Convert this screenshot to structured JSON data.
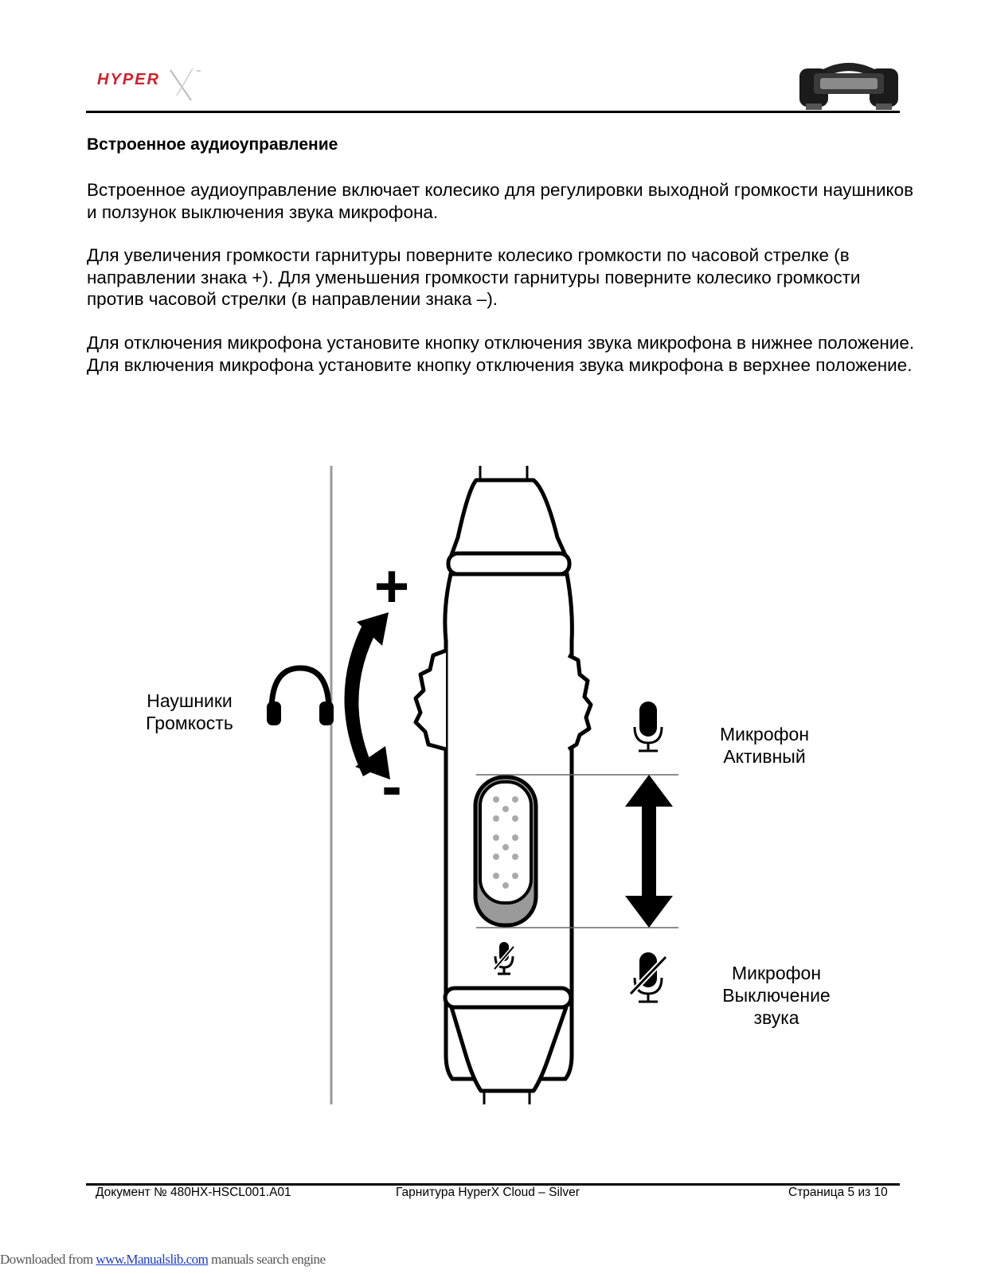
{
  "header": {
    "logo_text": "HYPERX"
  },
  "section": {
    "title": "Встроенное аудиоуправление",
    "paragraphs": [
      "Встроенное аудиоуправление включает колесико для регулировки выходной громкости наушников и ползунок выключения звука микрофона.",
      "Для увеличения громкости гарнитуры поверните колесико громкости по часовой стрелке (в направлении знака +). Для уменьшения громкости гарнитуры поверните колесико громкости против часовой стрелки (в направлении знака –).",
      "Для отключения микрофона установите кнопку отключения звука микрофона в нижнее положение. Для включения микрофона установите кнопку отключения звука микрофона в верхнее положение."
    ]
  },
  "diagram": {
    "plus_sign": "+",
    "minus_sign": "-",
    "headphones_label": [
      "Наушники",
      "Громкость"
    ],
    "mic_active_label": [
      "Микрофон",
      "Активный"
    ],
    "mic_mute_label": [
      "Микрофон",
      "Выключение",
      "звука"
    ],
    "icons": [
      "headphones-icon",
      "mic-icon",
      "mic-muted-icon",
      "curved-double-arrow-icon",
      "vertical-double-arrow-icon"
    ]
  },
  "footer": {
    "document": "Документ № 480HX-HSCL001.A01",
    "product": "Гарнитура HyperX Cloud – Silver",
    "page": "Страница 5 из 10"
  },
  "download": {
    "prefix": "Downloaded from ",
    "link": "www.Manualslib.com",
    "suffix": " manuals search engine"
  },
  "colors": {
    "logo_red": "#d0202a",
    "mute_slider_gray": "#9a9a9a"
  }
}
